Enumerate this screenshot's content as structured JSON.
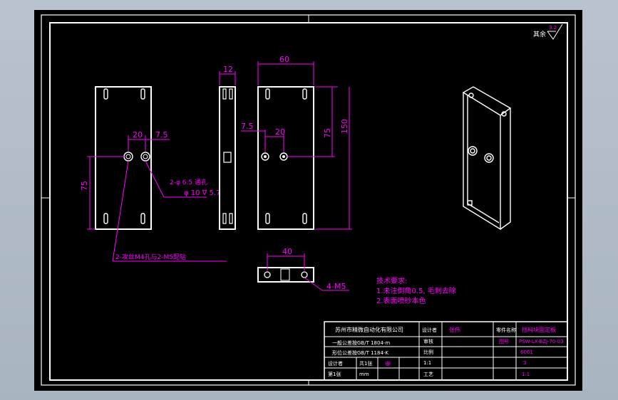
{
  "roughness": {
    "label": "其余",
    "value": "3.2"
  },
  "dims": {
    "gap_20_left": "20",
    "gap_75_left": "7.5",
    "vert_75_left": "75",
    "width_12": "12",
    "width_60": "60",
    "front_75_small": "7.5",
    "front_20": "20",
    "height_75": "75",
    "height_150": "150",
    "width_40": "40"
  },
  "notes": {
    "hole_callout_line1": "2-φ 6.5 通孔",
    "hole_callout_line2": "φ 10 ∇ 5.7",
    "thread_callout": "2-攻丝M4孔与2-M5配钻",
    "thread_4m5": "4-M5"
  },
  "tech_requirements": {
    "title": "技术要求:",
    "line1": "1.未注倒角0.5, 毛刺去除",
    "line2": "2.表面喷砂本色"
  },
  "title_block": {
    "company": "苏州市精微自动化有限公司",
    "tol_line1": "一般公差按GB/T 1804-m",
    "tol_line2": "形位公差按GB/T 1184-K",
    "designer_label": "设计者",
    "designer_value": "张伟",
    "reviewer_label": "审核",
    "craft_label": "工艺",
    "part_label": "零件名称",
    "part_value": "挡料块固定板",
    "drawing_no_label": "图号",
    "drawing_no_value": "PSW-LX-BZJ-70-03",
    "material_value": "6061",
    "quantity_value": "3",
    "scale_label": "比例",
    "scale_value": "1:1",
    "sheet_label": "共1张",
    "sheet_value": "第1张",
    "unit_value": "mm",
    "symbol_value": "⊕"
  },
  "colors": {
    "background": "#000000",
    "frame": "#ffffff",
    "dimension": "#ff00ff",
    "outline": "#ffffff",
    "text_block": "#ff00ff"
  }
}
